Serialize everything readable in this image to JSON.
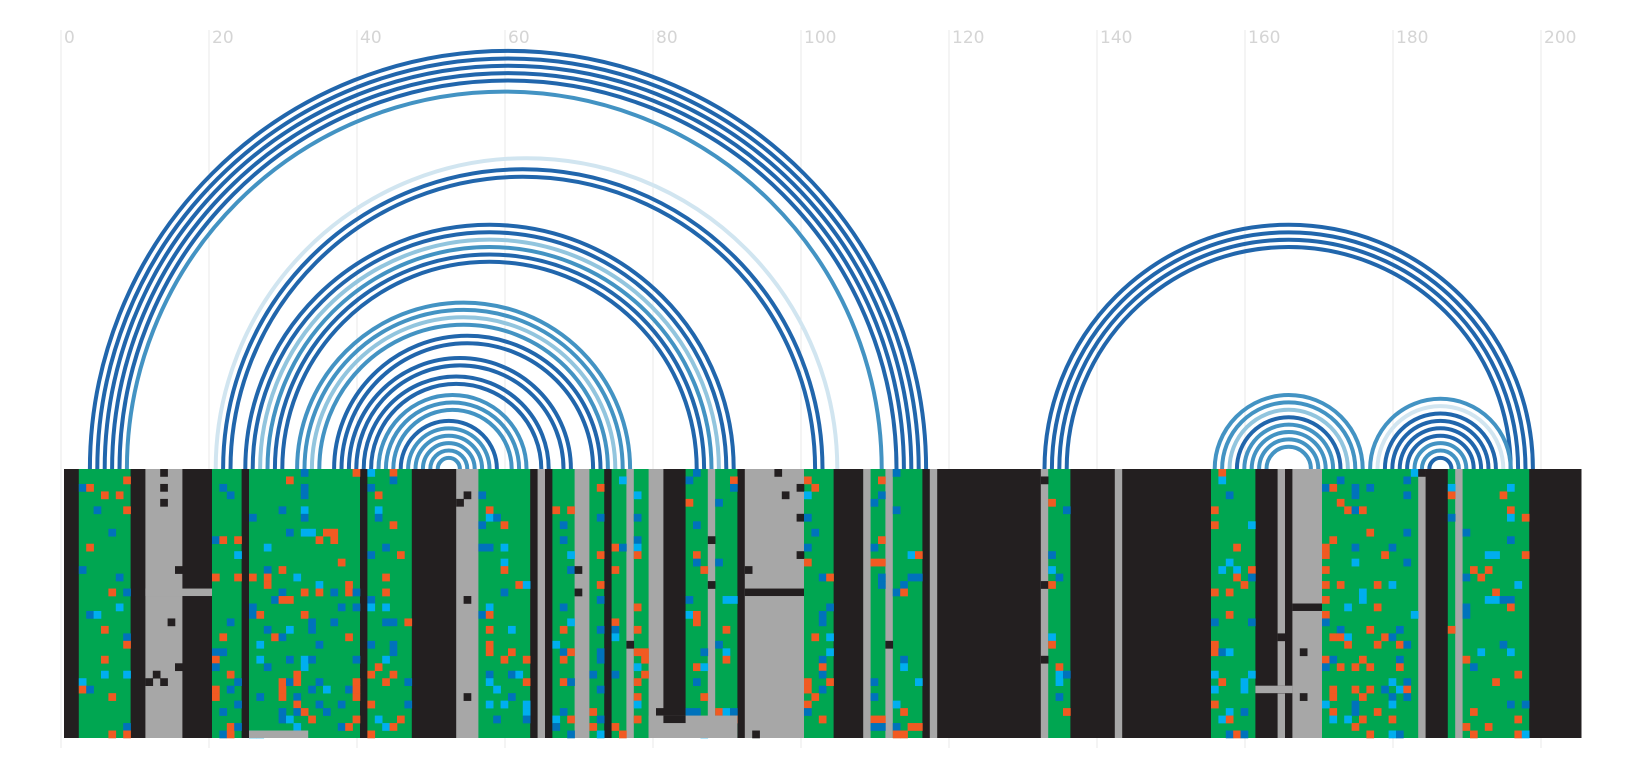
{
  "chart_data": {
    "type": "arc",
    "xlim": [
      0,
      205
    ],
    "x_ticks": [
      0,
      20,
      40,
      60,
      80,
      100,
      120,
      140,
      160,
      180,
      200
    ],
    "grid": true,
    "colors": {
      "grid": "#e8e8e8",
      "tick_label": "#d5d5d5",
      "arc_dark": "#2166ac",
      "arc_mid": "#4393c3",
      "arc_light": "#92c5de",
      "arc_pale": "#d1e5f0",
      "cell_green": "#00a651",
      "cell_black": "#231f20",
      "cell_gray": "#a7a7a7",
      "cell_orange": "#f15a22",
      "cell_blue": "#0072bc",
      "cell_cyan": "#00aeef"
    },
    "arcs": [
      {
        "start": 3,
        "end": 116,
        "shade": "dark"
      },
      {
        "start": 4,
        "end": 115,
        "shade": "dark"
      },
      {
        "start": 5,
        "end": 114,
        "shade": "dark"
      },
      {
        "start": 6,
        "end": 113,
        "shade": "dark"
      },
      {
        "start": 7,
        "end": 112,
        "shade": "dark"
      },
      {
        "start": 8,
        "end": 110,
        "shade": "mid"
      },
      {
        "start": 20,
        "end": 104,
        "shade": "pale"
      },
      {
        "start": 21,
        "end": 102,
        "shade": "dark"
      },
      {
        "start": 22,
        "end": 101,
        "shade": "dark"
      },
      {
        "start": 24,
        "end": 90,
        "shade": "dark"
      },
      {
        "start": 25,
        "end": 89,
        "shade": "dark"
      },
      {
        "start": 26,
        "end": 88,
        "shade": "light"
      },
      {
        "start": 27,
        "end": 87,
        "shade": "mid"
      },
      {
        "start": 28,
        "end": 86,
        "shade": "dark"
      },
      {
        "start": 29,
        "end": 85,
        "shade": "dark"
      },
      {
        "start": 31,
        "end": 76,
        "shade": "mid"
      },
      {
        "start": 32,
        "end": 75,
        "shade": "mid"
      },
      {
        "start": 33,
        "end": 74,
        "shade": "light"
      },
      {
        "start": 34,
        "end": 73,
        "shade": "mid"
      },
      {
        "start": 36,
        "end": 72,
        "shade": "dark"
      },
      {
        "start": 37,
        "end": 71,
        "shade": "dark"
      },
      {
        "start": 38,
        "end": 68,
        "shade": "dark"
      },
      {
        "start": 39,
        "end": 67,
        "shade": "dark"
      },
      {
        "start": 40,
        "end": 65,
        "shade": "dark"
      },
      {
        "start": 41,
        "end": 64,
        "shade": "dark"
      },
      {
        "start": 42,
        "end": 62,
        "shade": "mid"
      },
      {
        "start": 43,
        "end": 61,
        "shade": "mid"
      },
      {
        "start": 44,
        "end": 60,
        "shade": "mid"
      },
      {
        "start": 45,
        "end": 58,
        "shade": "dark"
      },
      {
        "start": 46,
        "end": 57,
        "shade": "mid"
      },
      {
        "start": 47,
        "end": 56,
        "shade": "mid"
      },
      {
        "start": 48,
        "end": 55,
        "shade": "mid"
      },
      {
        "start": 49,
        "end": 54,
        "shade": "mid"
      },
      {
        "start": 50,
        "end": 53,
        "shade": "mid"
      },
      {
        "start": 132,
        "end": 198,
        "shade": "dark"
      },
      {
        "start": 133,
        "end": 197,
        "shade": "dark"
      },
      {
        "start": 134,
        "end": 196,
        "shade": "dark"
      },
      {
        "start": 135,
        "end": 195,
        "shade": "dark"
      },
      {
        "start": 155,
        "end": 175,
        "shade": "mid"
      },
      {
        "start": 156,
        "end": 174,
        "shade": "mid"
      },
      {
        "start": 157,
        "end": 173,
        "shade": "light"
      },
      {
        "start": 158,
        "end": 172,
        "shade": "dark"
      },
      {
        "start": 159,
        "end": 171,
        "shade": "mid"
      },
      {
        "start": 160,
        "end": 170,
        "shade": "mid"
      },
      {
        "start": 161,
        "end": 169,
        "shade": "mid"
      },
      {
        "start": 162,
        "end": 168,
        "shade": "mid"
      },
      {
        "start": 176,
        "end": 195,
        "shade": "mid"
      },
      {
        "start": 177,
        "end": 194,
        "shade": "pale"
      },
      {
        "start": 178,
        "end": 193,
        "shade": "dark"
      },
      {
        "start": 179,
        "end": 192,
        "shade": "dark"
      },
      {
        "start": 180,
        "end": 191,
        "shade": "dark"
      },
      {
        "start": 181,
        "end": 190,
        "shade": "dark"
      },
      {
        "start": 182,
        "end": 189,
        "shade": "mid"
      },
      {
        "start": 183,
        "end": 188,
        "shade": "mid"
      },
      {
        "start": 184,
        "end": 187,
        "shade": "dark"
      }
    ],
    "matrix": {
      "rows": 36,
      "columns": 205,
      "column_bands": [
        {
          "start": 0,
          "end": 2,
          "category": "black"
        },
        {
          "start": 2,
          "end": 9,
          "category": "green"
        },
        {
          "start": 9,
          "end": 11,
          "category": "black"
        },
        {
          "start": 11,
          "end": 16,
          "category": "gray"
        },
        {
          "start": 16,
          "end": 20,
          "category": "black"
        },
        {
          "start": 20,
          "end": 24,
          "category": "green"
        },
        {
          "start": 24,
          "end": 25,
          "category": "black"
        },
        {
          "start": 25,
          "end": 40,
          "category": "green"
        },
        {
          "start": 40,
          "end": 41,
          "category": "black"
        },
        {
          "start": 41,
          "end": 47,
          "category": "green"
        },
        {
          "start": 47,
          "end": 53,
          "category": "black"
        },
        {
          "start": 53,
          "end": 56,
          "category": "gray"
        },
        {
          "start": 56,
          "end": 63,
          "category": "green"
        },
        {
          "start": 63,
          "end": 64,
          "category": "black"
        },
        {
          "start": 64,
          "end": 65,
          "category": "gray"
        },
        {
          "start": 65,
          "end": 66,
          "category": "black"
        },
        {
          "start": 66,
          "end": 69,
          "category": "green"
        },
        {
          "start": 69,
          "end": 71,
          "category": "gray"
        },
        {
          "start": 71,
          "end": 73,
          "category": "green"
        },
        {
          "start": 73,
          "end": 74,
          "category": "black"
        },
        {
          "start": 74,
          "end": 76,
          "category": "green"
        },
        {
          "start": 76,
          "end": 77,
          "category": "gray"
        },
        {
          "start": 77,
          "end": 79,
          "category": "green"
        },
        {
          "start": 79,
          "end": 81,
          "category": "gray"
        },
        {
          "start": 81,
          "end": 84,
          "category": "black"
        },
        {
          "start": 84,
          "end": 87,
          "category": "green"
        },
        {
          "start": 87,
          "end": 88,
          "category": "gray"
        },
        {
          "start": 88,
          "end": 91,
          "category": "green"
        },
        {
          "start": 91,
          "end": 92,
          "category": "black"
        },
        {
          "start": 92,
          "end": 100,
          "category": "gray"
        },
        {
          "start": 100,
          "end": 104,
          "category": "green"
        },
        {
          "start": 104,
          "end": 108,
          "category": "black"
        },
        {
          "start": 108,
          "end": 109,
          "category": "gray"
        },
        {
          "start": 109,
          "end": 111,
          "category": "green"
        },
        {
          "start": 111,
          "end": 112,
          "category": "gray"
        },
        {
          "start": 112,
          "end": 116,
          "category": "green"
        },
        {
          "start": 116,
          "end": 117,
          "category": "black"
        },
        {
          "start": 117,
          "end": 118,
          "category": "gray"
        },
        {
          "start": 118,
          "end": 132,
          "category": "black"
        },
        {
          "start": 132,
          "end": 133,
          "category": "gray"
        },
        {
          "start": 133,
          "end": 136,
          "category": "green"
        },
        {
          "start": 136,
          "end": 142,
          "category": "black"
        },
        {
          "start": 142,
          "end": 143,
          "category": "gray"
        },
        {
          "start": 143,
          "end": 155,
          "category": "black"
        },
        {
          "start": 155,
          "end": 161,
          "category": "green"
        },
        {
          "start": 161,
          "end": 164,
          "category": "black"
        },
        {
          "start": 164,
          "end": 165,
          "category": "gray"
        },
        {
          "start": 165,
          "end": 166,
          "category": "black"
        },
        {
          "start": 166,
          "end": 170,
          "category": "gray"
        },
        {
          "start": 170,
          "end": 183,
          "category": "green"
        },
        {
          "start": 183,
          "end": 184,
          "category": "gray"
        },
        {
          "start": 184,
          "end": 187,
          "category": "black"
        },
        {
          "start": 187,
          "end": 188,
          "category": "green"
        },
        {
          "start": 188,
          "end": 189,
          "category": "gray"
        },
        {
          "start": 189,
          "end": 198,
          "category": "green"
        },
        {
          "start": 198,
          "end": 205,
          "category": "black"
        }
      ],
      "block_cells": [
        {
          "col_start": 11,
          "col_end": 20,
          "row_start": 16,
          "row_end": 17,
          "category": "gray"
        },
        {
          "col_start": 92,
          "col_end": 100,
          "row_start": 16,
          "row_end": 17,
          "category": "black"
        },
        {
          "col_start": 166,
          "col_end": 170,
          "row_start": 18,
          "row_end": 19,
          "category": "black"
        },
        {
          "col_start": 161,
          "col_end": 166,
          "row_start": 29,
          "row_end": 30,
          "category": "gray"
        },
        {
          "col_start": 79,
          "col_end": 91,
          "row_start": 33,
          "row_end": 36,
          "category": "gray"
        },
        {
          "col_start": 25,
          "col_end": 33,
          "row_start": 35,
          "row_end": 36,
          "category": "gray"
        },
        {
          "col_start": 81,
          "col_end": 84,
          "row_start": 33,
          "row_end": 34,
          "category": "black"
        }
      ]
    }
  }
}
